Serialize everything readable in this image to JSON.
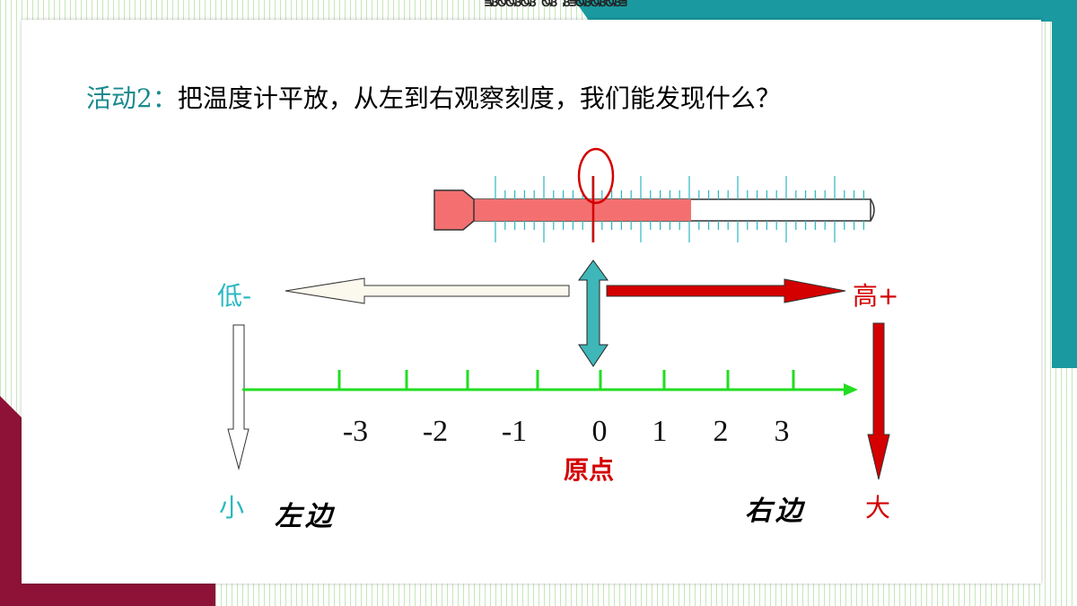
{
  "header_deco": "ᴟᏰᏫᏫᏰᏫᏰ ᏫᏰ ᏰᴟᏫᏰᏫᏰᏫᏰᴟ",
  "title": {
    "prefix": "活动2：",
    "text": "把温度计平放，从左到右观察刻度，我们能发现什么？"
  },
  "labels": {
    "low": "低-",
    "high": "高+",
    "small": "小",
    "big": "大",
    "left_side": "左边",
    "right_side": "右边",
    "origin": "原点"
  },
  "number_line": {
    "ticks": [
      "-3",
      "-2",
      "-1",
      "0",
      "1",
      "2",
      "3"
    ]
  },
  "colors": {
    "teal_brand": "#1a9aa0",
    "maroon": "#8e1238",
    "line_green": "#22dd22",
    "red": "#d40000",
    "teal_label": "#2ab8c0",
    "mercury": "#f47070"
  }
}
